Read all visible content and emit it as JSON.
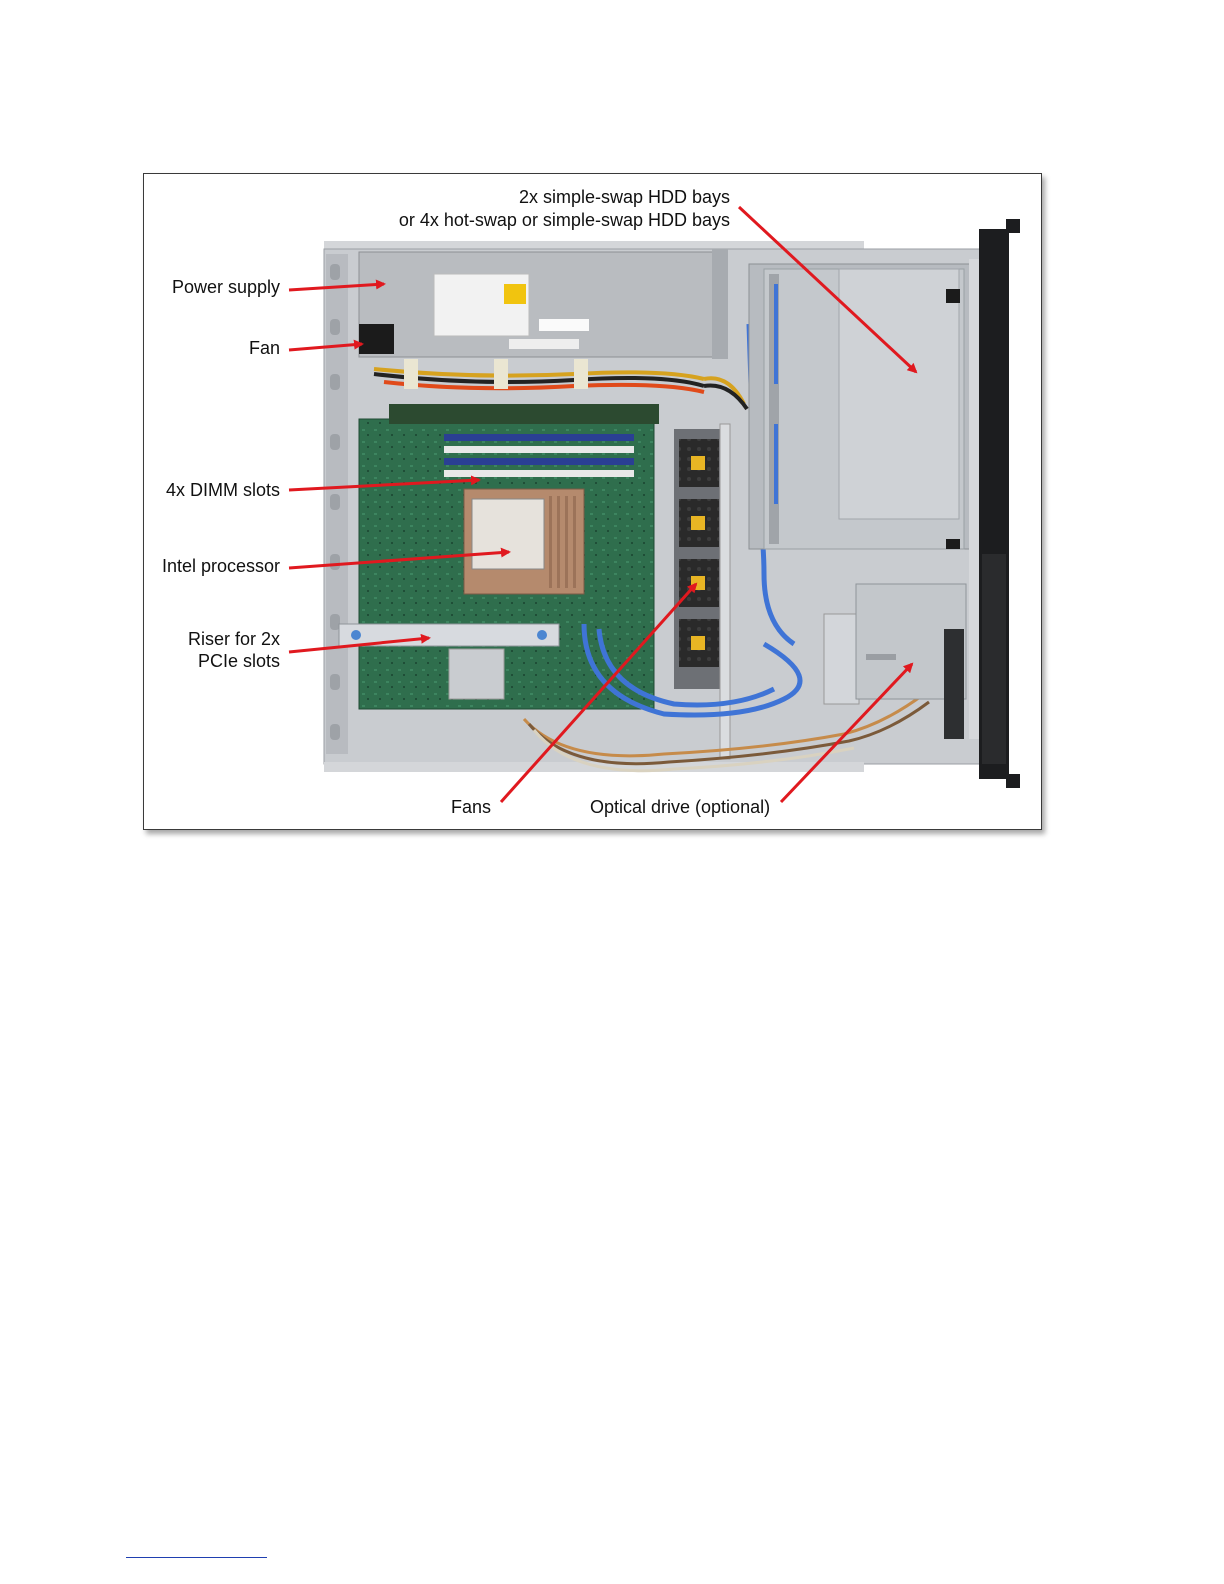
{
  "figure": {
    "callouts": {
      "hdd_bays_line1": "2x simple-swap HDD bays",
      "hdd_bays_line2": "or 4x hot-swap or simple-swap HDD bays",
      "power_supply": "Power supply",
      "fan": "Fan",
      "dimm_slots": "4x DIMM slots",
      "processor": "Intel processor",
      "riser_line1": "Riser for 2x",
      "riser_line2": "PCIe slots",
      "fans": "Fans",
      "optical_drive": "Optical drive (optional)"
    },
    "colors": {
      "arrow": "#e0191f",
      "chassis": "#c9ccd0",
      "board": "#2f6e4d",
      "dimm": "#2a3f93",
      "cable_blue": "#3f74d6"
    }
  }
}
